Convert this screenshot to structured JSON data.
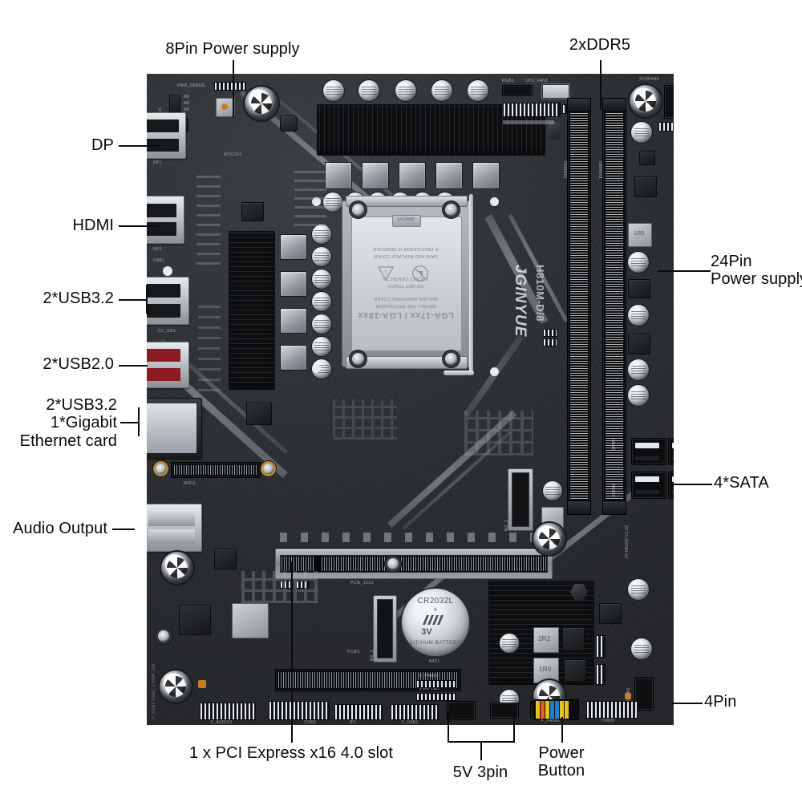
{
  "figure": {
    "kind": "product-annotation-diagram",
    "subject": "Micro-ATX motherboard with callout labels",
    "background_color": "#ffffff",
    "label_color": "#0a0a0a",
    "leader_line_color": "#0b0b0b"
  },
  "board": {
    "brand": "JGINYUE",
    "model": "H810M-D/8",
    "pcb_revision": "JY-H810D  V1.02",
    "socket_text_lines": [
      "LGA-17xx / LGA-18xx",
      "INSTALL THE PROCESSOR",
      "BEFORE REMOVING COVER",
      "DO NOT TOUCH",
      "SOCKET CONTACTS",
      "SAVE AND REPLACE COVER",
      "IF PROCESSOR IS REMOVED"
    ],
    "battery": {
      "model": "CR2032L",
      "voltage": "3V",
      "type": "LITHIUM BATTERY"
    },
    "silkscreen": [
      "PWR_DEBUG",
      "ATX12V1",
      "DP1",
      "HD1",
      "USB1",
      "CC_SW1",
      "RGB1",
      "CPU_FAN1",
      "SYSFAN2",
      "DIMMA2",
      "DIMMB0",
      "PCIE_16X1",
      "PCIE1",
      "M2_1",
      "SATA1",
      "SATA2",
      "SATA3",
      "SATA4",
      "BAT1",
      "F_PANEL",
      "PWR_LED",
      "F_AUDIO1",
      "COM1",
      "JP1",
      "F_USB1",
      "F_PANEL1",
      "TPM20",
      "SYSFAN1",
      "WIFI1",
      "M2_2",
      "2R2",
      "1R0",
      "JY-H810D V1.02"
    ]
  },
  "annotations": [
    {
      "id": "pwr8pin",
      "label": "8Pin Power supply",
      "side": "top"
    },
    {
      "id": "ddr5",
      "label": "2xDDR5",
      "side": "top"
    },
    {
      "id": "dp",
      "label": "DP",
      "side": "left"
    },
    {
      "id": "hdmi",
      "label": "HDMI",
      "side": "left"
    },
    {
      "id": "usb32a",
      "label": "2*USB3.2",
      "side": "left"
    },
    {
      "id": "usb20",
      "label": "2*USB2.0",
      "side": "left"
    },
    {
      "id": "lan",
      "label": "2*USB3.2\n1*Gigabit\nEthernet card",
      "side": "left"
    },
    {
      "id": "audio",
      "label": "Audio Output",
      "side": "left"
    },
    {
      "id": "pwr24pin",
      "label": "24Pin\nPower supply",
      "side": "right"
    },
    {
      "id": "sata",
      "label": "4*SATA",
      "side": "right"
    },
    {
      "id": "fan4pin",
      "label": "4Pin",
      "side": "right"
    },
    {
      "id": "pcie",
      "label": "1 x PCI Express x16 4.0 slot",
      "side": "bottom"
    },
    {
      "id": "argb",
      "label": "5V 3pin",
      "side": "bottom"
    },
    {
      "id": "power",
      "label": "Power\nButton",
      "side": "bottom"
    }
  ],
  "annotation_text": {
    "pwr8pin": "8Pin Power supply",
    "ddr5": "2xDDR5",
    "dp": "DP",
    "hdmi": "HDMI",
    "usb32a": "2*USB3.2",
    "usb20": "2*USB2.0",
    "lan_l1": "2*USB3.2",
    "lan_l2": "1*Gigabit",
    "lan_l3": "Ethernet card",
    "audio": "Audio Output",
    "pwr24pin_l1": "24Pin",
    "pwr24pin_l2": "Power supply",
    "sata": "4*SATA",
    "fan4pin": "4Pin",
    "pcie": "1 x PCI Express x16 4.0 slot",
    "argb": "5V 3pin",
    "power_l1": "Power",
    "power_l2": "Button"
  },
  "silk": {
    "pwr_debug": "PWR_DEBUG",
    "atx12v1": "ATX12V1",
    "dp1": "DP1",
    "hd1": "HD1",
    "usb1": "USB1",
    "cc_sw1": "CC_SW1",
    "rgb1": "RGB1",
    "cpu_fan1": "CPU_FAN1",
    "sysfan2": "SYSFAN2",
    "dimma2": "DIMMA2",
    "dimmb0": "DIMMB0",
    "pcie16x1": "PCIE_16X1",
    "pcie1": "PCIE1",
    "bat1": "BAT1",
    "f_panel": "F_PANEL",
    "pwr_led": "PWR LED",
    "f_audio1": "F_AUDIO1",
    "com1": "COM1",
    "jp1": "JP1",
    "f_usb1": "F_USB1",
    "f_panel1": "F_PANEL1",
    "tpm20": "TPM20",
    "sysfan1": "SYSFAN1",
    "wifi1": "WIFI1",
    "rev": "JY-H810D  V1.02",
    "l2r2": "2R2",
    "l1r0": "1R0",
    "sata1": "SATA1",
    "sata2": "SATA2",
    "sata3": "SATA3",
    "sata4": "SATA4",
    "brand": "JGINYUE",
    "model": "H810M-D/8"
  },
  "socket": {
    "line_model": "LGA-17xx / LGA-18xx",
    "line1": "INSTALL THE PROCESSOR",
    "line2": "BEFORE REMOVING COVER",
    "line3": "DO NOT TOUCH",
    "line4": "SOCKET CONTACTS",
    "line5": "SAVE AND REPLACE COVER",
    "line6": "IF PROCESSOR IS REMOVED",
    "remove": "REMOVE"
  },
  "battery": {
    "model": "CR2032L",
    "plus": "+",
    "voltage": "3V",
    "type": "LITHIUM BATTERY"
  },
  "colors": {
    "page_bg": "#ffffff",
    "pcb_dark": "#2a2c2f",
    "pcb_light": "#3a3d41",
    "silver": "#b9bdc2",
    "gold": "#b98a3c",
    "audio_jack_blue": "#6fb7da",
    "fp_yellow": "#e8c21d",
    "fp_orange": "#e2621f",
    "fp_blue": "#1f7fd4",
    "text": "#0a0a0a"
  }
}
